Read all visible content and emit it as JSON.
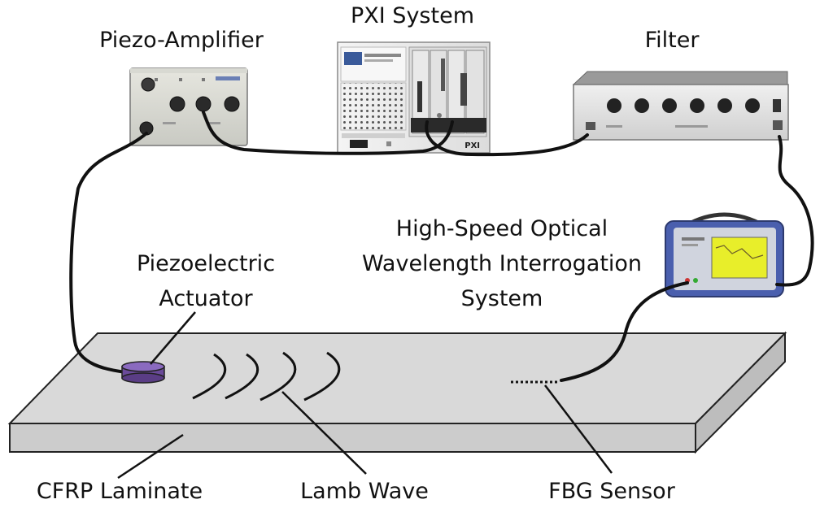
{
  "labels": {
    "piezo_amplifier": "Piezo-Amplifier",
    "pxi_system": "PXI System",
    "filter": "Filter",
    "interrogator_line1": "High-Speed Optical",
    "interrogator_line2": "Wavelength Interrogation",
    "interrogator_line3": "System",
    "actuator_line1": "Piezoelectric",
    "actuator_line2": "Actuator",
    "cfrp_laminate": "CFRP Laminate",
    "lamb_wave": "Lamb Wave",
    "fbg_sensor": "FBG Sensor",
    "pxi_badge": "PXI"
  },
  "colors": {
    "cable": "#111111",
    "laminate_top": "#d9d9d9",
    "laminate_side": "#c8c8c8",
    "actuator": "#6a4a9a",
    "interrogator_frame": "#4a5fae",
    "interrogator_screen": "#e8ee2a"
  }
}
